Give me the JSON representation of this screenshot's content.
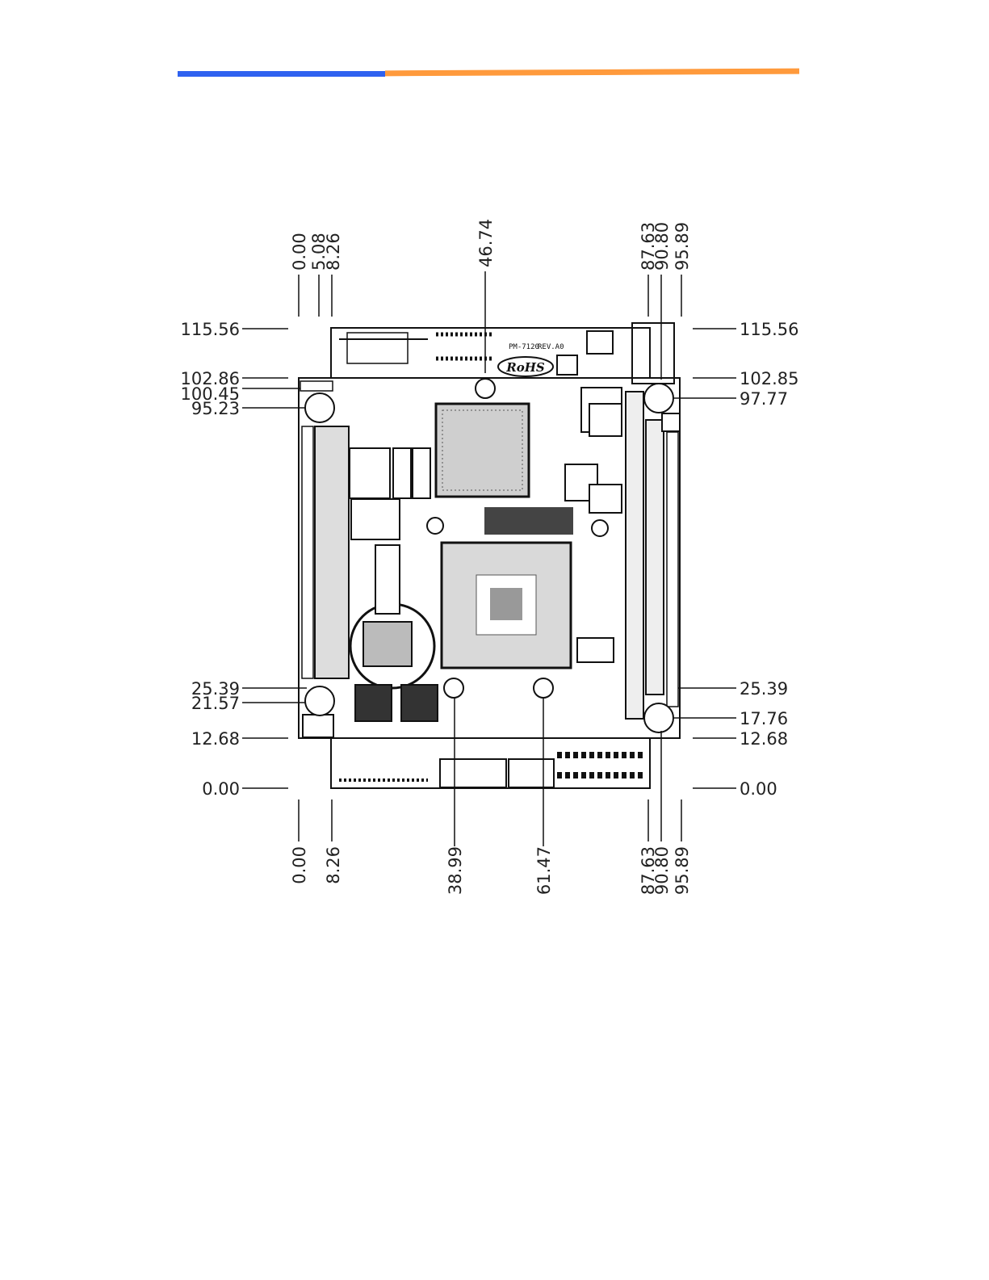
{
  "header": {
    "accent_left": "#2f62f0",
    "accent_right": "#ff9a3c"
  },
  "board": {
    "model_label": "PM-7120",
    "revision_label": "REV.A0",
    "rohs_logo": "RoHS"
  },
  "dimensions": {
    "top": [
      "0.00",
      "5.08",
      "8.26",
      "46.74",
      "87.63",
      "90.80",
      "95.89"
    ],
    "bottom": [
      "0.00",
      "8.26",
      "38.99",
      "61.47",
      "87.63",
      "90.80",
      "95.89"
    ],
    "left": [
      "115.56",
      "102.86",
      "100.45",
      "95.23",
      "25.39",
      "21.57",
      "12.68",
      "0.00"
    ],
    "right": [
      "115.56",
      "102.85",
      "97.77",
      "25.39",
      "17.76",
      "12.68",
      "0.00"
    ]
  }
}
